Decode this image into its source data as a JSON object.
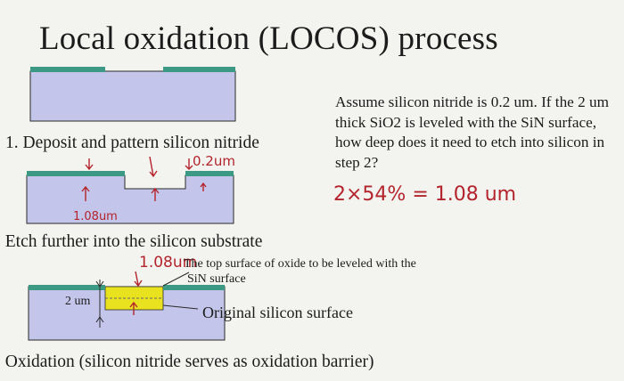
{
  "slide": {
    "title": "Local oxidation (LOCOS) process",
    "steps": {
      "step1": "1. Deposit and pattern silicon nitride",
      "step2": ". Etch further into the silicon substrate",
      "step3": ". Oxidation (silicon nitride serves as oxidation barrier)"
    },
    "question": "Assume silicon nitride is 0.2 um. If the 2 um thick SiO2 is leveled with the SiN surface, how deep does it need to etch into silicon in step 2?",
    "annotations": {
      "top_surface_note_line1": "The top surface of oxide to be leveled with the",
      "top_surface_note_line2": "SiN surface",
      "thickness_label": "2 um",
      "original_surface_label": "Original silicon surface"
    },
    "handwriting": {
      "answer": "2×54% = 1.08 um",
      "nitride_thickness": "0.2um",
      "etch_depth_step2": "1.08um",
      "etch_depth_step3": "1.08um"
    },
    "colors": {
      "silicon": "#c3c6ea",
      "nitride": "#3c9a84",
      "oxide": "#e9e21f",
      "outline": "#2a2a2a",
      "ink": "#b3242c"
    }
  }
}
